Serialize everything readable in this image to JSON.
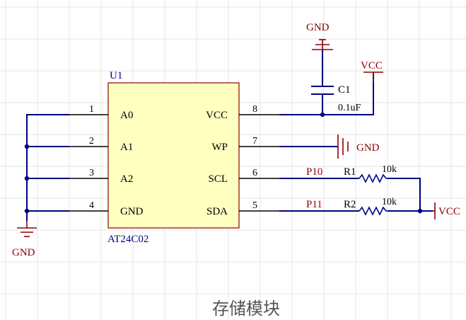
{
  "component": {
    "designator": "U1",
    "part_name": "AT24C02",
    "pins_left": [
      {
        "num": "1",
        "name": "A0"
      },
      {
        "num": "2",
        "name": "A1"
      },
      {
        "num": "3",
        "name": "A2"
      },
      {
        "num": "4",
        "name": "GND"
      }
    ],
    "pins_right": [
      {
        "num": "8",
        "name": "VCC"
      },
      {
        "num": "7",
        "name": "WP"
      },
      {
        "num": "6",
        "name": "SCL"
      },
      {
        "num": "5",
        "name": "SDA"
      }
    ]
  },
  "capacitor": {
    "designator": "C1",
    "value": "0.1uF"
  },
  "resistors": [
    {
      "designator": "R1",
      "value": "10k",
      "net": "P10"
    },
    {
      "designator": "R2",
      "value": "10k",
      "net": "P11"
    }
  ],
  "power_labels": {
    "gnd_top": "GND",
    "vcc_top": "VCC",
    "gnd_wp": "GND",
    "gnd_left": "GND",
    "vcc_right": "VCC"
  },
  "caption": "存储模块",
  "colors": {
    "wire": "#000080",
    "component": "#8b0000",
    "label": "#000000",
    "net_label": "#8b0000",
    "body_fill": "#ffffc0",
    "grid": "#e6e6e6"
  }
}
